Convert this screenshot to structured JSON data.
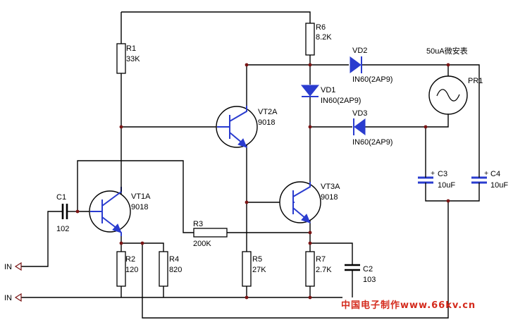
{
  "components": {
    "r1": {
      "ref": "R1",
      "value": "33K"
    },
    "r2": {
      "ref": "R2",
      "value": "120"
    },
    "r3": {
      "ref": "R3",
      "value": "200K"
    },
    "r4": {
      "ref": "R4",
      "value": "820"
    },
    "r5": {
      "ref": "R5",
      "value": "27K"
    },
    "r6": {
      "ref": "R6",
      "value": "8.2K"
    },
    "r7": {
      "ref": "R7",
      "value": "2.7K"
    },
    "c1": {
      "ref": "C1",
      "value": "102"
    },
    "c2": {
      "ref": "C2",
      "value": "103"
    },
    "c3": {
      "ref": "C3",
      "value": "10uF"
    },
    "c4": {
      "ref": "C4",
      "value": "10uF"
    },
    "vt1": {
      "ref": "VT1A",
      "value": "9018"
    },
    "vt2": {
      "ref": "VT2A",
      "value": "9018"
    },
    "vt3": {
      "ref": "VT3A",
      "value": "9018"
    },
    "vd1": {
      "ref": "VD1",
      "value": "IN60(2AP9)"
    },
    "vd2": {
      "ref": "VD2",
      "value": "IN60(2AP9)"
    },
    "vd3": {
      "ref": "VD3",
      "value": "IN60(2AP9)"
    },
    "pr1": {
      "ref": "PR1",
      "title": "50uA微安表"
    }
  },
  "terminals": {
    "in_top": "IN",
    "in_bottom": "IN"
  },
  "cap_polarity": "+",
  "watermark": "中国电子制作www.66kv.cn",
  "colors": {
    "wire": "#000000",
    "transistor": "#2a3ccf",
    "junction": "#7a1414",
    "watermark": "#d42a1c"
  }
}
